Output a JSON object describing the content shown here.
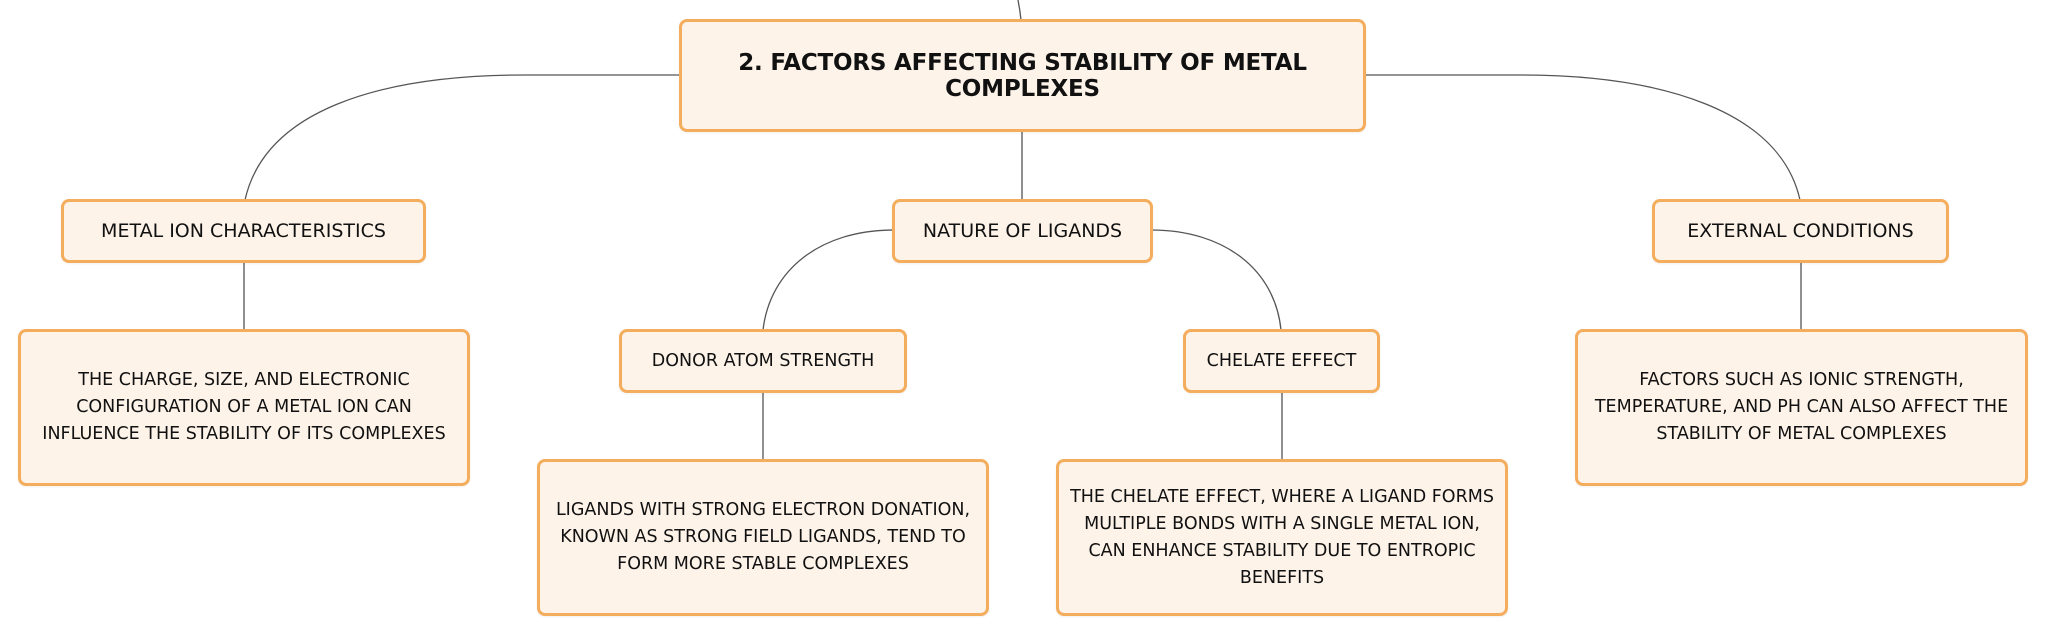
{
  "root": {
    "label": "2. FACTORS AFFECTING STABILITY OF METAL COMPLEXES"
  },
  "metal_ion": {
    "label": "METAL ION CHARACTERISTICS",
    "description": "THE CHARGE, SIZE, AND ELECTRONIC CONFIGURATION OF A METAL ION CAN INFLUENCE THE STABILITY OF ITS COMPLEXES"
  },
  "ligands": {
    "label": "NATURE OF LIGANDS",
    "donor": {
      "label": "DONOR ATOM STRENGTH",
      "description": "LIGANDS WITH STRONG ELECTRON DONATION, KNOWN AS STRONG FIELD LIGANDS, TEND TO FORM MORE STABLE COMPLEXES"
    },
    "chelate": {
      "label": "CHELATE EFFECT",
      "description": "THE CHELATE EFFECT, WHERE A LIGAND FORMS MULTIPLE BONDS WITH A SINGLE METAL ION, CAN ENHANCE STABILITY DUE TO ENTROPIC BENEFITS"
    }
  },
  "external": {
    "label": "EXTERNAL CONDITIONS",
    "description": "FACTORS SUCH AS IONIC STRENGTH, TEMPERATURE, AND PH CAN ALSO AFFECT THE STABILITY OF METAL COMPLEXES"
  },
  "colors": {
    "node_fill": "#fdf3e9",
    "node_border": "#f4ad5c",
    "connector": "#555555",
    "text": "#111111"
  }
}
